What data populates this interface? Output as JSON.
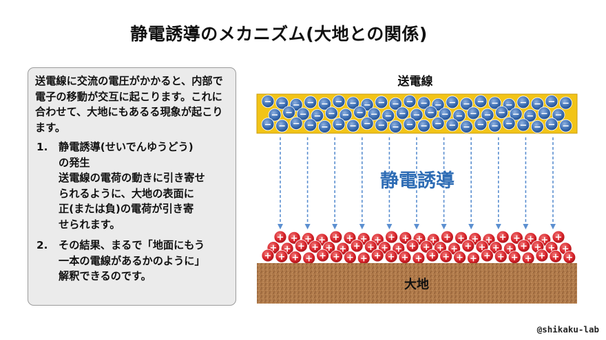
{
  "title": "静電誘導のメカニズム(大地との関係)",
  "explanation": {
    "intro": "送電線に交流の電圧がかかると、内部で電子の移動が交互に起こります。これに合わせて、大地にもあるる現象が起こります。",
    "items": [
      {
        "number": "1.",
        "heading": "静電誘導(せいでんゆうどう)\nの発生",
        "body": "送電線の電荷の動きに引き寄せ\nられるように、大地の表面に\n正(または負)の電荷が引き寄\nせられます。"
      },
      {
        "number": "2.",
        "heading": "",
        "body": "その結果、まるで「地面にもう\n一本の電線があるかのように」\n解釈できるのです。"
      }
    ]
  },
  "diagram": {
    "wire_label": "送電線",
    "induction_label": "静電誘導",
    "ground_label": "大地",
    "negative_sign": "−",
    "positive_sign": "+",
    "colors": {
      "wire_fill": "#f2c417",
      "electron": "#3d6fb4",
      "positive_charge": "#d8232a",
      "arrow": "#5b8fd0",
      "induction_text": "#2f6db5",
      "ground": "#b07a4a"
    }
  },
  "credit": "@shikaku-lab"
}
